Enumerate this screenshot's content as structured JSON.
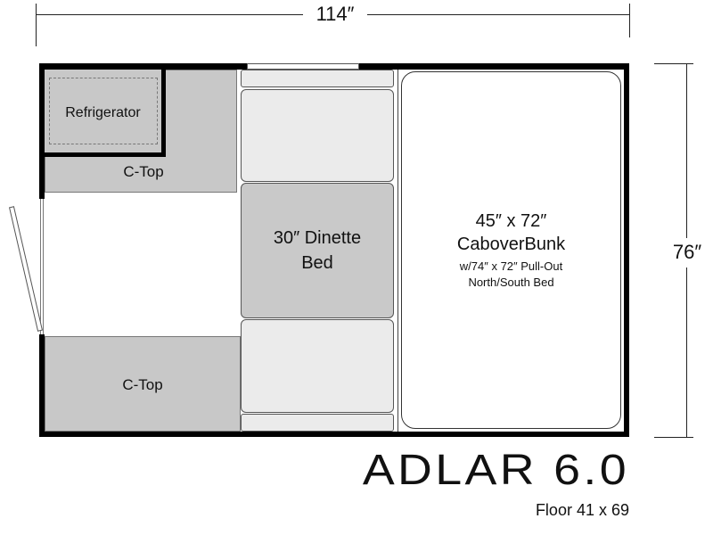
{
  "dimensions": {
    "width_label": "114″",
    "height_label": "76″"
  },
  "rooms": {
    "refrigerator": "Refrigerator",
    "ctop_upper": "C-Top",
    "ctop_lower": "C-Top",
    "dinette_line1": "30″ Dinette",
    "dinette_line2": "Bed",
    "bunk_size": "45″ x 72″",
    "bunk_name": "CaboverBunk",
    "bunk_note1": "w/74″ x 72″ Pull-Out",
    "bunk_note2": "North/South Bed"
  },
  "title": {
    "model": "ADLAR 6.0",
    "floor": "Floor 41 x 69"
  }
}
